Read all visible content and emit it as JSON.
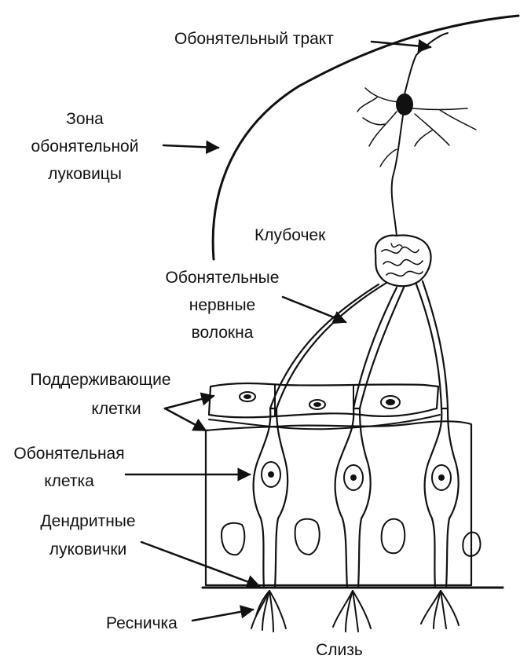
{
  "labels": {
    "olfactory_tract": "Обонятельный тракт",
    "bulb_zone": [
      "Зона",
      "обонятельной",
      "луковицы"
    ],
    "glomerulus": "Клубочек",
    "nerve_fibers": [
      "Обонятельные",
      "нервные",
      "волокна"
    ],
    "supporting_cells": [
      "Поддерживающие",
      "клетки"
    ],
    "olfactory_cell": [
      "Обонятельная",
      "клетка"
    ],
    "dendritic_bulbs": [
      "Дендритные",
      "луковички"
    ],
    "cilium": "Ресничка",
    "mucus": "Слизь"
  },
  "colors": {
    "ink": "#111111",
    "paper": "#ffffff"
  }
}
